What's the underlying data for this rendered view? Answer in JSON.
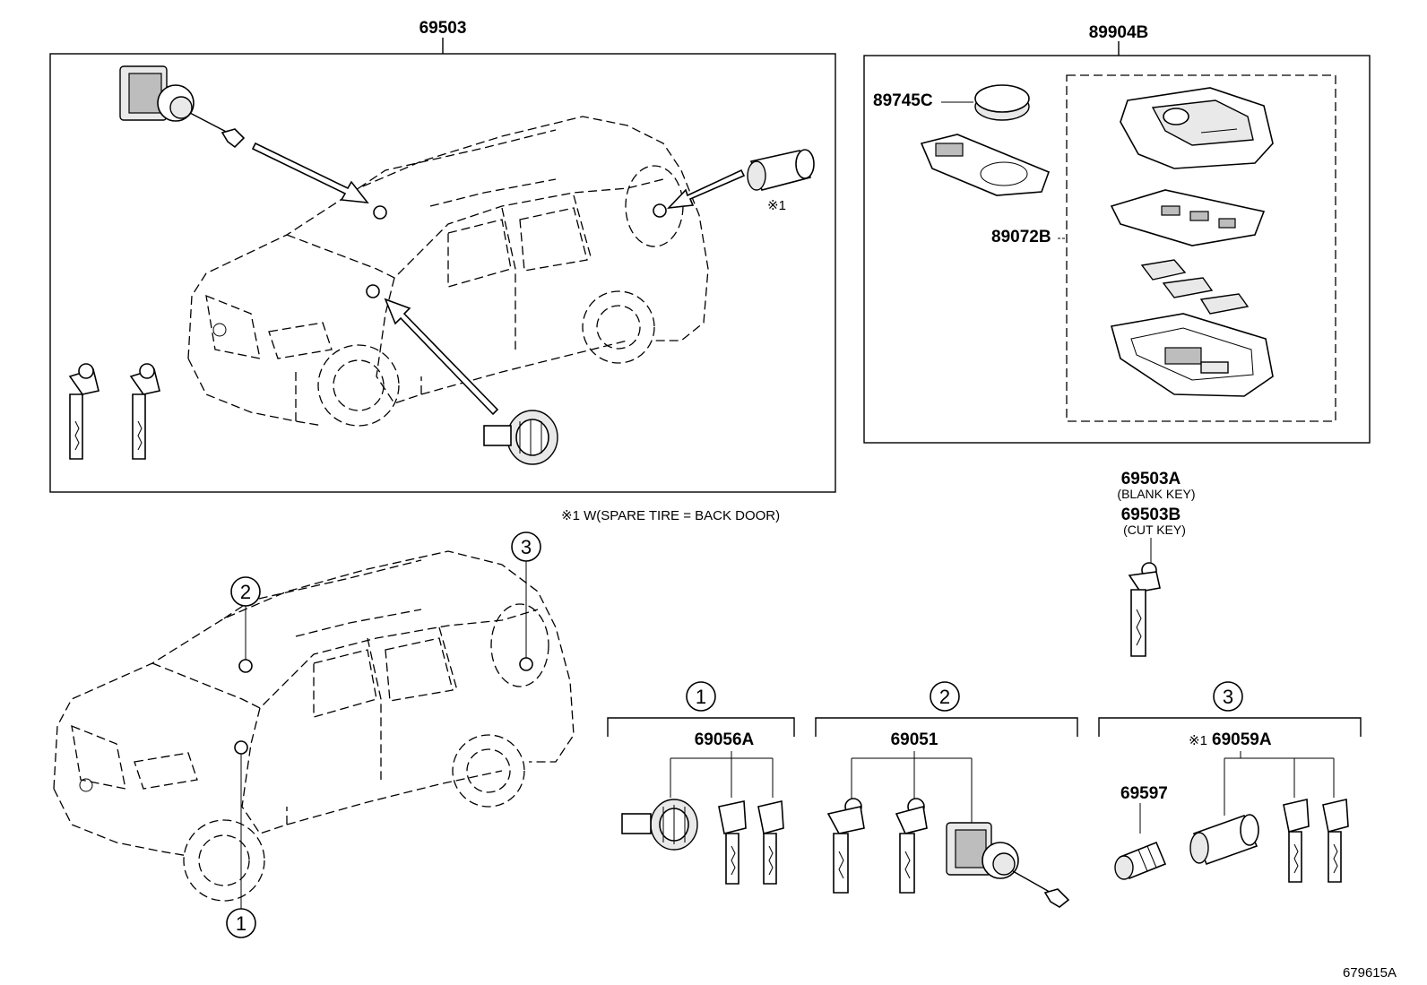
{
  "parts": {
    "p69503": "69503",
    "p89904B": "89904B",
    "p89745C": "89745C",
    "p89072B": "89072B",
    "p69503A": "69503A",
    "p69503A_note": "(BLANK KEY)",
    "p69503B": "69503B",
    "p69503B_note": "(CUT KEY)",
    "p69056A": "69056A",
    "p69051": "69051",
    "p69059A": "69059A",
    "p69059A_prefix": "※1",
    "p69597": "69597"
  },
  "notes": {
    "ref1_marker": "※1",
    "footnote": "※1 W(SPARE TIRE = BACK DOOR)"
  },
  "callouts": {
    "c1": "1",
    "c2": "2",
    "c3": "3"
  },
  "diagram_id": "679615A"
}
